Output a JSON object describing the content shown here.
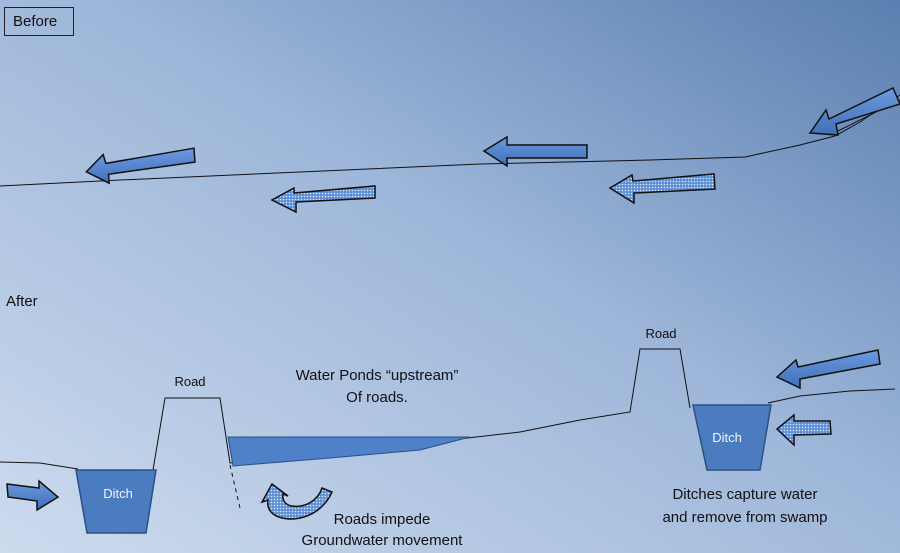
{
  "labels": {
    "before": "Before",
    "after": "After",
    "road_left": "Road",
    "road_right": "Road",
    "ditch_left": "Ditch",
    "ditch_right": "Ditch",
    "ponds_line1": "Water Ponds “upstream”",
    "ponds_line2": "Of roads.",
    "impede_line1": "Roads impede",
    "impede_line2": "Groundwater movement",
    "capture_line1": "Ditches capture water",
    "capture_line2": "and remove from swamp"
  },
  "colors": {
    "bg_light": "#c8d8ec",
    "bg_dark": "#5c80b0",
    "water_blue": "#4f81c9",
    "ditch_blue": "#4a7cbf",
    "line": "#111111"
  },
  "icons": {
    "solid_arrow": "arrow-left-solid-icon",
    "dotted_arrow": "arrow-left-dotted-icon",
    "curved_arrow": "curved-u-turn-arrow-icon"
  }
}
